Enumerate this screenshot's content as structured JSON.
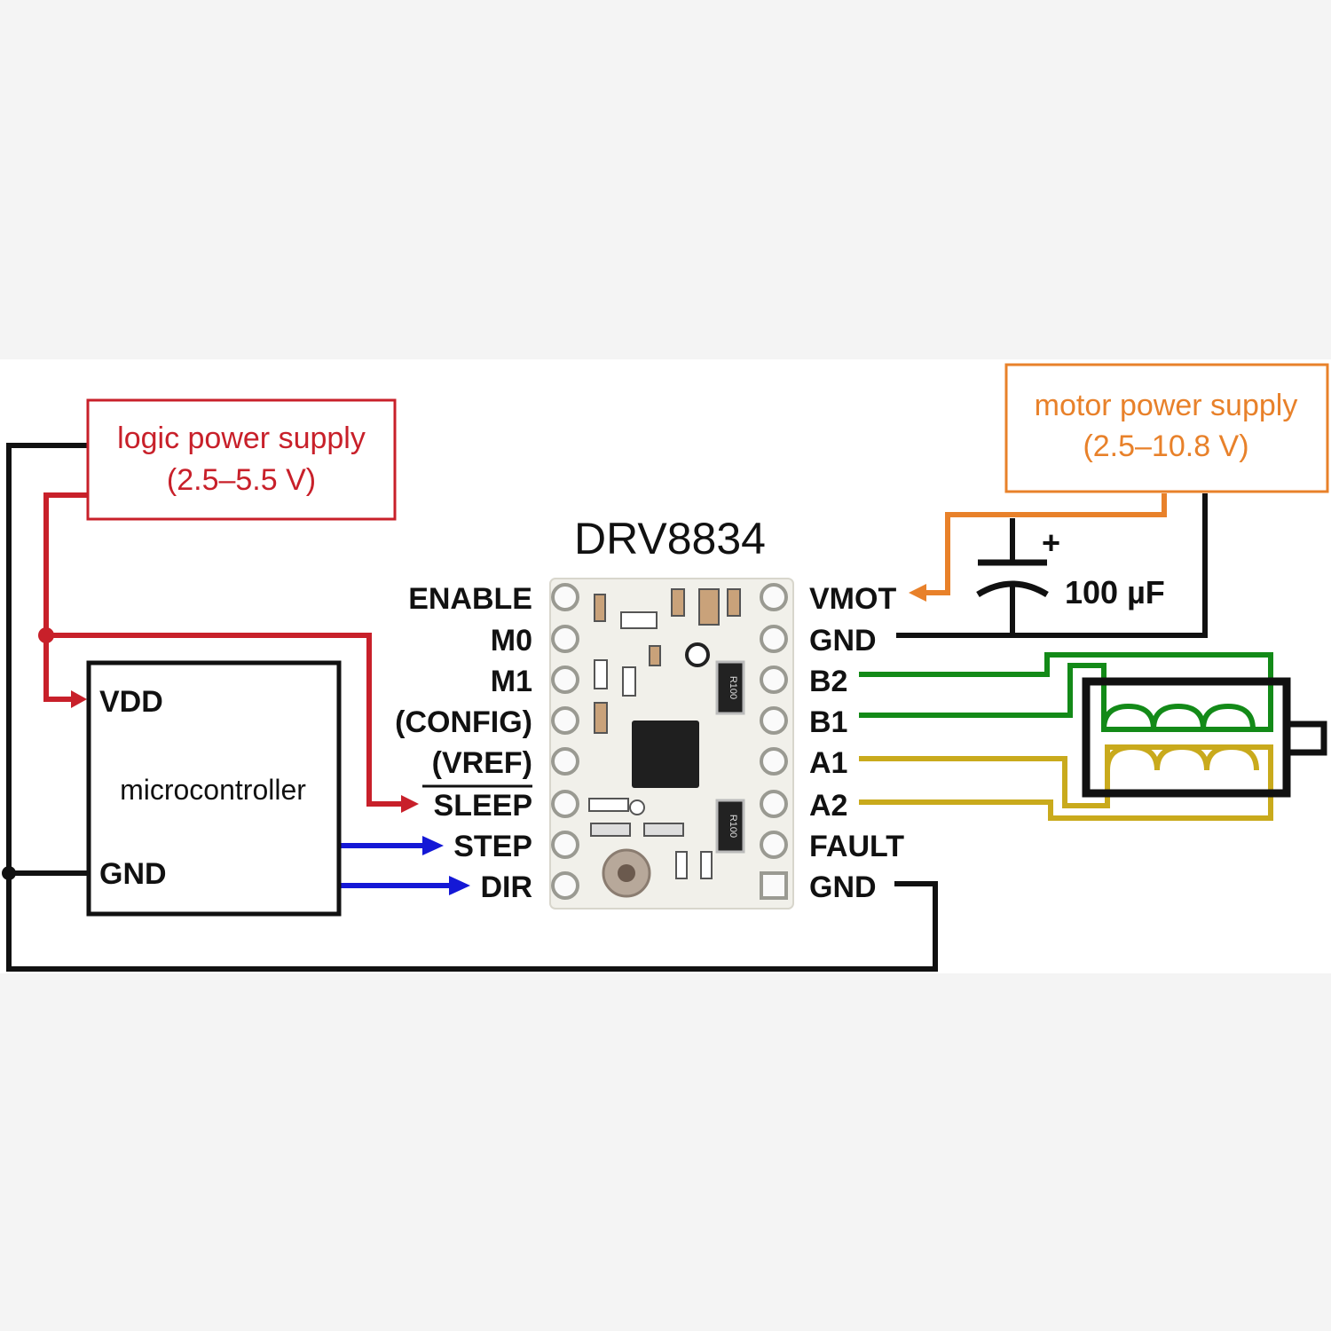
{
  "title": "DRV8834",
  "logic_supply": {
    "line1": "logic power supply",
    "line2": "(2.5–5.5 V)",
    "color": "#c8202a"
  },
  "motor_supply": {
    "line1": "motor power supply",
    "line2": "(2.5–10.8 V)",
    "color": "#e8812a"
  },
  "microcontroller": {
    "label": "microcontroller",
    "vdd": "VDD",
    "gnd": "GND"
  },
  "capacitor": {
    "value": "100 µF",
    "polarity": "+"
  },
  "left_pins": [
    "ENABLE",
    "M0",
    "M1",
    "(CONFIG)",
    "(VREF)",
    "SLEEP",
    "STEP",
    "DIR"
  ],
  "right_pins": [
    "VMOT",
    "GND",
    "B2",
    "B1",
    "A1",
    "A2",
    "FAULT",
    "GND"
  ],
  "chip_markings": {
    "resistor_top": "R100",
    "resistor_bottom": "R100"
  },
  "wire_colors": {
    "logic": "#c8202a",
    "motor_power": "#e8812a",
    "signal": "#1418d6",
    "coil_b": "#138a18",
    "coil_a": "#c9aa1c",
    "ground": "#111111"
  }
}
